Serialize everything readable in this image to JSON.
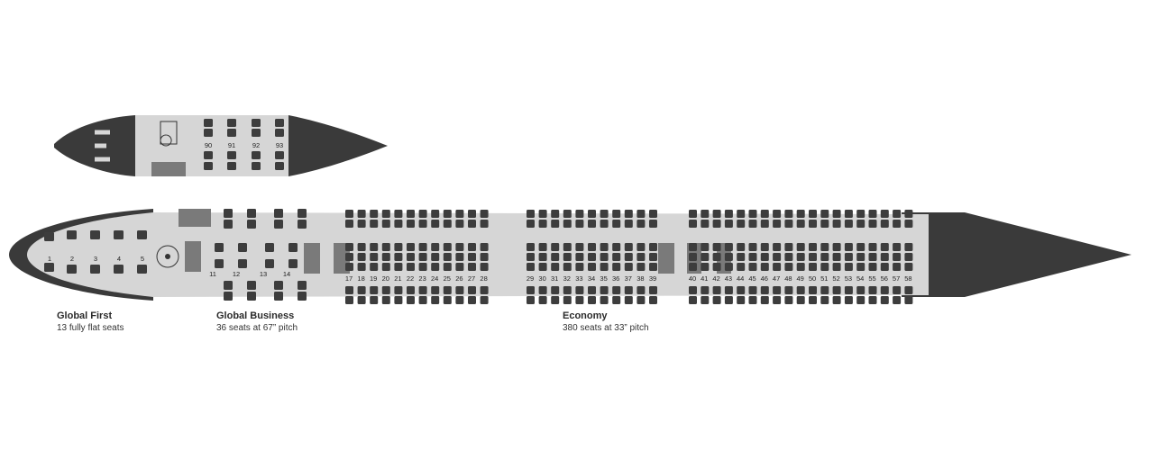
{
  "upper_deck": {
    "rows": [
      "90",
      "91",
      "92",
      "93"
    ]
  },
  "main_deck": {
    "first_rows": [
      "1",
      "2",
      "3",
      "4",
      "5"
    ],
    "business_rows": [
      "11",
      "12",
      "13",
      "14"
    ],
    "economy_rows_forward": [
      "17",
      "18",
      "19",
      "20",
      "21",
      "22",
      "23",
      "24",
      "25",
      "26",
      "27",
      "28"
    ],
    "economy_rows_middle": [
      "29",
      "30",
      "31",
      "32",
      "33",
      "34",
      "35",
      "36",
      "37",
      "38",
      "39"
    ],
    "economy_rows_aft": [
      "40",
      "41",
      "42",
      "43",
      "44",
      "45",
      "46",
      "47",
      "48",
      "49",
      "50",
      "51",
      "52",
      "53",
      "54",
      "55",
      "56",
      "57",
      "58"
    ]
  },
  "cabins": {
    "first": {
      "title": "Global First",
      "detail": "13 fully flat seats"
    },
    "business": {
      "title": "Global Business",
      "detail": "36 seats at 67” pitch"
    },
    "economy": {
      "title": "Economy",
      "detail": "380 seats at 33” pitch"
    }
  },
  "colors": {
    "fuselage": "#d6d6d6",
    "nose": "#3a3a3a",
    "seat": "#3d3d3d",
    "galley": "#7a7a7a",
    "background": "#ffffff"
  }
}
